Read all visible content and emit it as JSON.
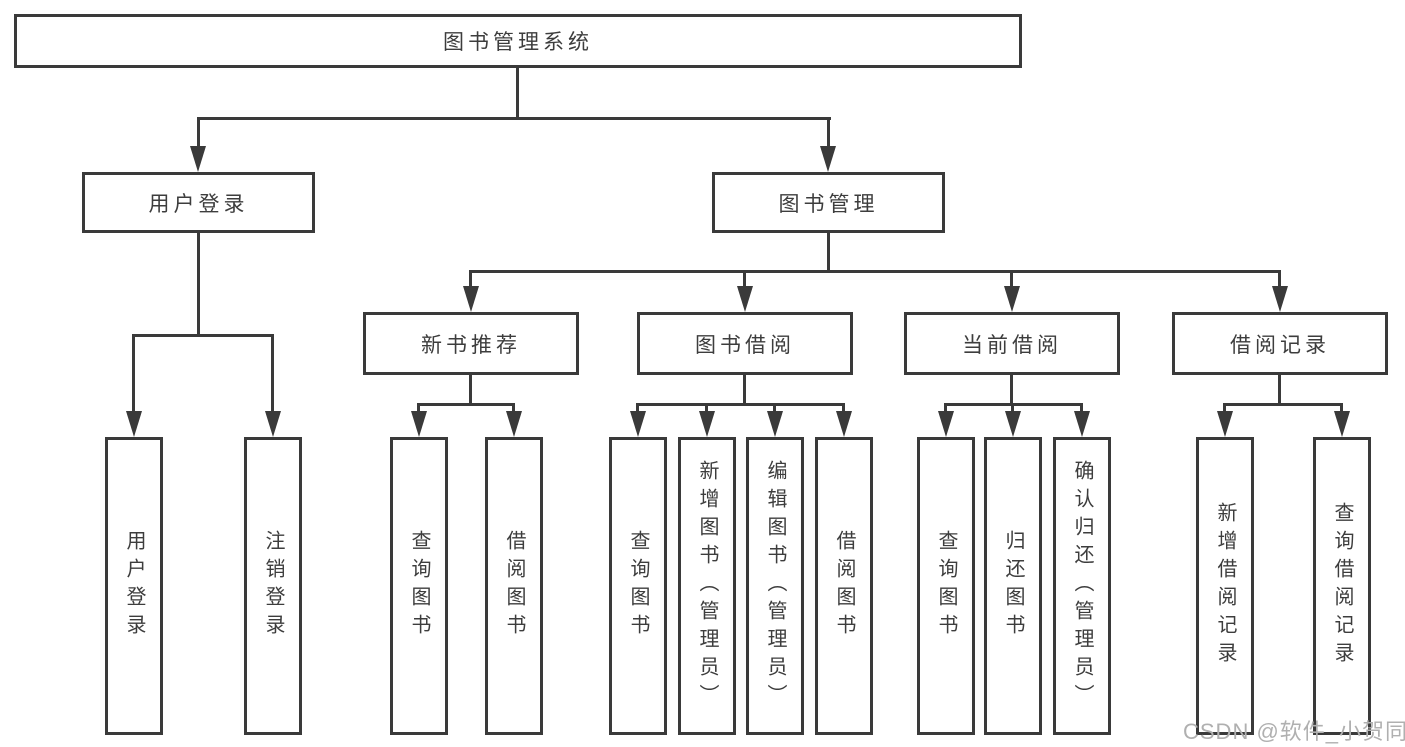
{
  "tree": {
    "root": {
      "label": "图书管理系统"
    },
    "branches": [
      {
        "label": "用户登录",
        "leaves": [
          {
            "label": "用户登录"
          },
          {
            "label": "注销登录"
          }
        ]
      },
      {
        "label": "图书管理",
        "groups": [
          {
            "label": "新书推荐",
            "leaves": [
              {
                "label": "查询图书"
              },
              {
                "label": "借阅图书"
              }
            ]
          },
          {
            "label": "图书借阅",
            "leaves": [
              {
                "label": "查询图书"
              },
              {
                "label": "新增图书（管理员）"
              },
              {
                "label": "编辑图书（管理员）"
              },
              {
                "label": "借阅图书"
              }
            ]
          },
          {
            "label": "当前借阅",
            "leaves": [
              {
                "label": "查询图书"
              },
              {
                "label": "归还图书"
              },
              {
                "label": "确认归还（管理员）"
              }
            ]
          },
          {
            "label": "借阅记录",
            "leaves": [
              {
                "label": "新增借阅记录"
              },
              {
                "label": "查询借阅记录"
              }
            ]
          }
        ]
      }
    ]
  },
  "watermark": {
    "text": "CSDN @软件_小贺同学"
  },
  "colors": {
    "line": "#3a3a3a",
    "text": "#3d3d3d",
    "watermark": "#b0b0b0",
    "background": "#ffffff"
  }
}
